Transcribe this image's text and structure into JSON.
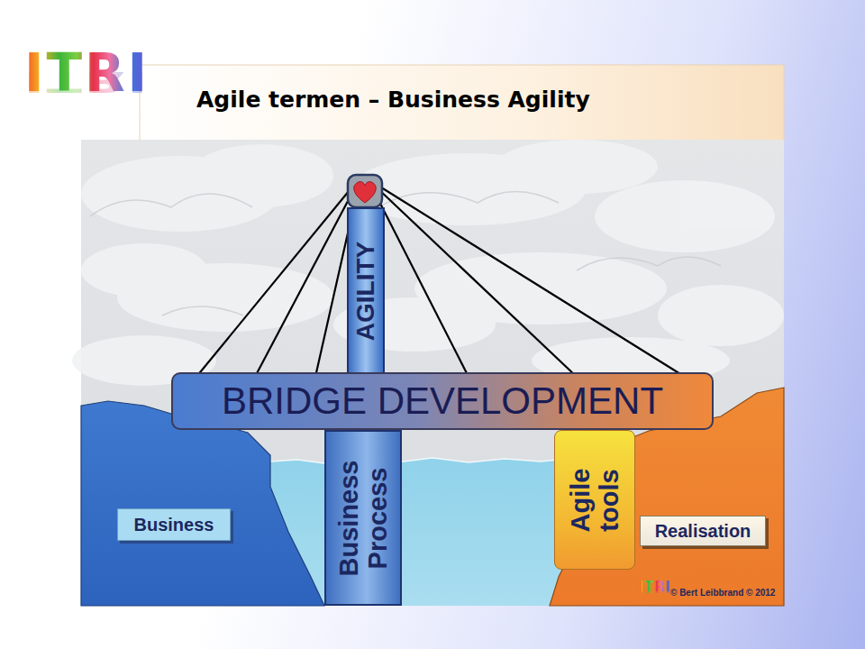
{
  "diagram": {
    "title": "Agile termen – Business Agility",
    "nodes": [
      {
        "text": [
          "AGILITY"
        ]
      },
      {
        "text": [
          "BRIDGE DEVELOPMENT"
        ]
      },
      {
        "text": [
          "Business"
        ]
      },
      {
        "text": [
          "Business Process"
        ]
      },
      {
        "text": [
          "Agile tools"
        ]
      },
      {
        "text": [
          "Realisation"
        ]
      }
    ],
    "labels": [
      "ITRI",
      "ITRI",
      "© Bert Leibbrand © 2012"
    ]
  }
}
